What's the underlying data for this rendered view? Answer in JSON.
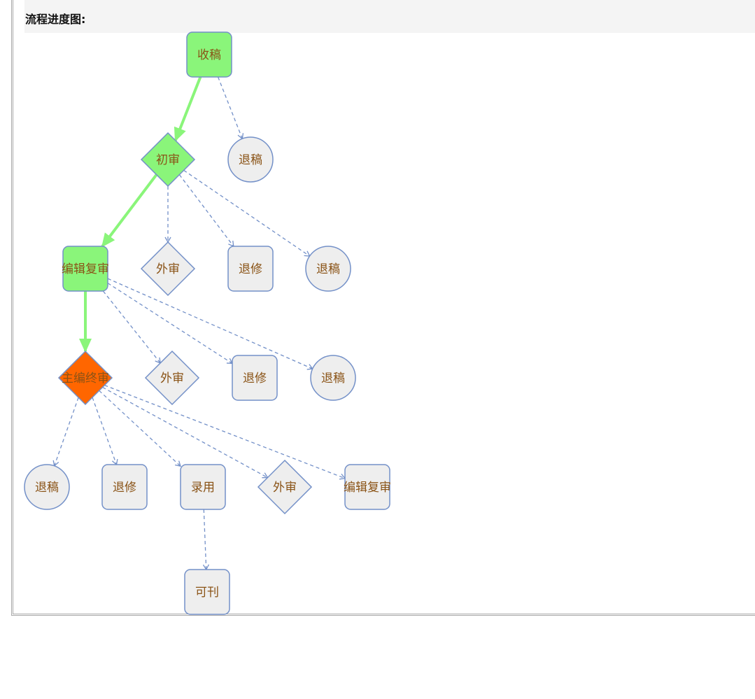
{
  "title": "流程进度图:",
  "colors": {
    "done": "#8af57a",
    "current": "#ff6600",
    "pending": "#eeeeee",
    "stroke": "#7390c8",
    "done_edge": "#8af57a",
    "text": "#8a5316"
  },
  "nodes": [
    {
      "id": "n1",
      "label": "收稿",
      "shape": "rect",
      "status": "done"
    },
    {
      "id": "n2",
      "label": "退稿",
      "shape": "circle",
      "status": "pending"
    },
    {
      "id": "n3",
      "label": "初审",
      "shape": "diamond",
      "status": "done"
    },
    {
      "id": "n4",
      "label": "编辑复审",
      "shape": "rect",
      "status": "done"
    },
    {
      "id": "n5",
      "label": "外审",
      "shape": "diamond",
      "status": "pending"
    },
    {
      "id": "n6",
      "label": "退修",
      "shape": "rect",
      "status": "pending"
    },
    {
      "id": "n7",
      "label": "退稿",
      "shape": "circle",
      "status": "pending"
    },
    {
      "id": "n8",
      "label": "主编终审",
      "shape": "diamond",
      "status": "current"
    },
    {
      "id": "n9",
      "label": "外审",
      "shape": "diamond",
      "status": "pending"
    },
    {
      "id": "n10",
      "label": "退修",
      "shape": "rect",
      "status": "pending"
    },
    {
      "id": "n11",
      "label": "退稿",
      "shape": "circle",
      "status": "pending"
    },
    {
      "id": "n12",
      "label": "退稿",
      "shape": "circle",
      "status": "pending"
    },
    {
      "id": "n13",
      "label": "退修",
      "shape": "rect",
      "status": "pending"
    },
    {
      "id": "n14",
      "label": "录用",
      "shape": "rect",
      "status": "pending"
    },
    {
      "id": "n15",
      "label": "外审",
      "shape": "diamond",
      "status": "pending"
    },
    {
      "id": "n16",
      "label": "编辑复审",
      "shape": "rect",
      "status": "pending"
    },
    {
      "id": "n17",
      "label": "可刊",
      "shape": "rect",
      "status": "pending"
    }
  ],
  "edges": [
    {
      "from": "n1",
      "to": "n3",
      "done": true
    },
    {
      "from": "n1",
      "to": "n2",
      "done": false
    },
    {
      "from": "n3",
      "to": "n4",
      "done": true
    },
    {
      "from": "n3",
      "to": "n5",
      "done": false
    },
    {
      "from": "n3",
      "to": "n6",
      "done": false
    },
    {
      "from": "n3",
      "to": "n7",
      "done": false
    },
    {
      "from": "n4",
      "to": "n8",
      "done": true
    },
    {
      "from": "n4",
      "to": "n9",
      "done": false
    },
    {
      "from": "n4",
      "to": "n10",
      "done": false
    },
    {
      "from": "n4",
      "to": "n11",
      "done": false
    },
    {
      "from": "n8",
      "to": "n12",
      "done": false
    },
    {
      "from": "n8",
      "to": "n13",
      "done": false
    },
    {
      "from": "n8",
      "to": "n14",
      "done": false
    },
    {
      "from": "n8",
      "to": "n15",
      "done": false
    },
    {
      "from": "n8",
      "to": "n16",
      "done": false
    },
    {
      "from": "n14",
      "to": "n17",
      "done": false
    }
  ]
}
